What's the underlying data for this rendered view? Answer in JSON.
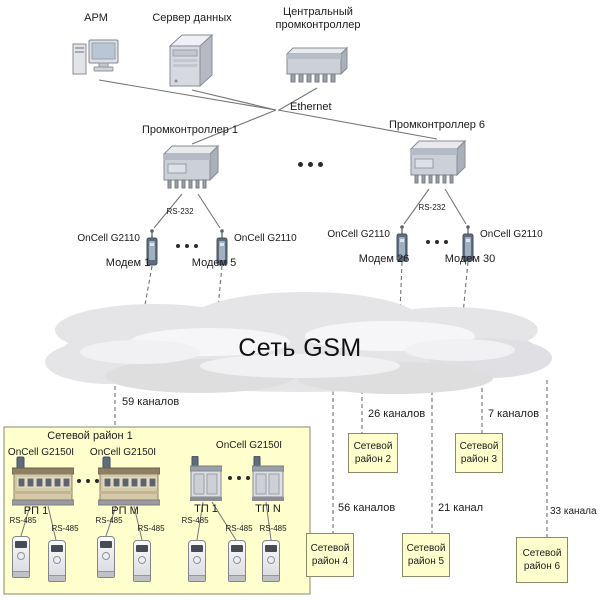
{
  "top_nodes": {
    "arm": "АРМ",
    "server": "Сервер данных",
    "central": "Центральный промконтроллер",
    "ethernet": "Ethernet"
  },
  "controllers": {
    "ctrl1": "Промконтроллер 1",
    "ctrl6": "Промконтроллер 6",
    "rs232": "RS-232"
  },
  "modems": {
    "oncell_g2110": "OnCell G2110",
    "modem1": "Модем 1",
    "modem5": "Модем 5",
    "modem26": "Модем 26",
    "modem30": "Модем 30"
  },
  "cloud": {
    "label": "Сеть GSM"
  },
  "channels": {
    "c59": "59 каналов",
    "c26": "26 каналов",
    "c7": "7 каналов",
    "c56": "56 каналов",
    "c21": "21 канал",
    "c33": "33 канала"
  },
  "regions": {
    "r1": "Сетевой район 1",
    "r2": "Сетевой район 2",
    "r3": "Сетевой район 3",
    "r4": "Сетевой район 4",
    "r5": "Сетевой район 5",
    "r6": "Сетевой район 6"
  },
  "region1": {
    "oncell_g2150i": "OnCell G2150I",
    "rp1": "РП 1",
    "rpm": "РП М",
    "tp1": "ТП 1",
    "tpn": "ТП N",
    "rs485": "RS-485"
  },
  "colors": {
    "region_fill": "#ffffcd",
    "cloud_fill": "#e5e5e8",
    "line": "#74767c"
  }
}
